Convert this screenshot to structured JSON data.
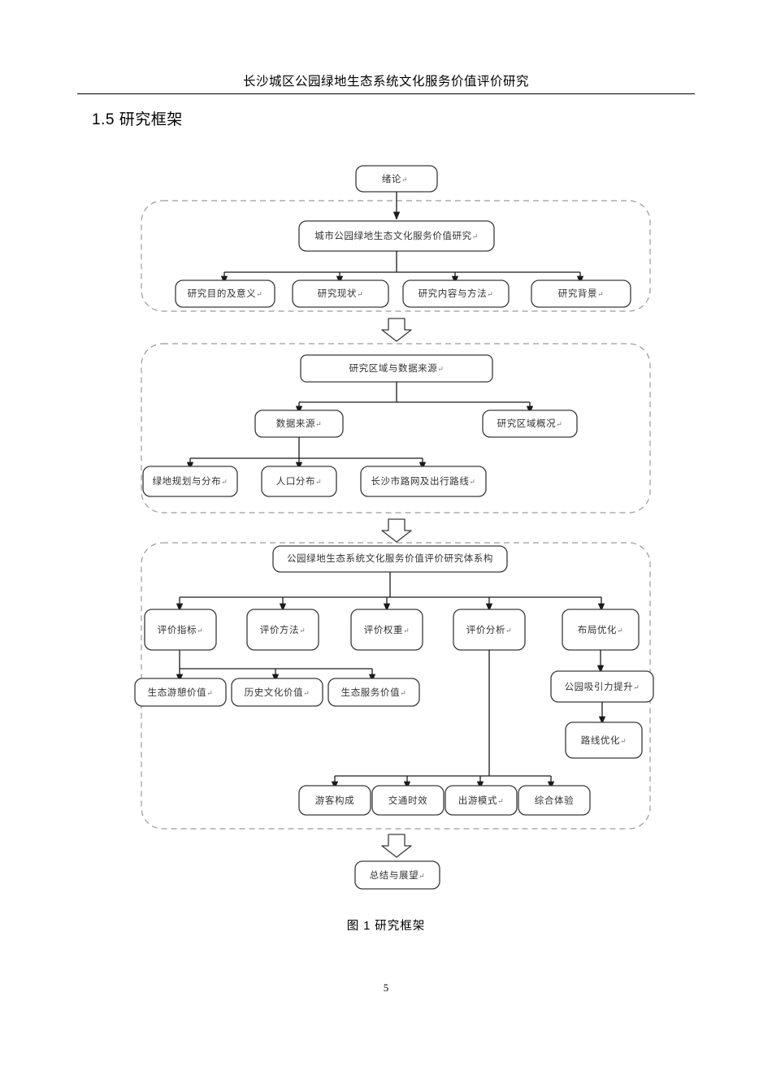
{
  "document": {
    "running_head": "长沙城区公园绿地生态系统文化服务价值评价研究",
    "section_heading": "1.5 研究框架",
    "figure_caption": "图 1  研究框架",
    "page_number": "5"
  },
  "colors": {
    "node_stroke": "#3a3a3a",
    "node_fill": "#ffffff",
    "connector": "#1a1a1a",
    "group_dashed": "#9a9a9a",
    "text": "#333333",
    "page_background": "#ffffff"
  },
  "figure": {
    "entry_node": {
      "label": "绪论",
      "mark": "↵"
    },
    "groups": [
      {
        "name": "introduction-group",
        "root": {
          "label": "城市公园绿地生态文化服务价值研究",
          "mark": "↵"
        },
        "children": [
          {
            "label": "研究目的及意义",
            "mark": "↵"
          },
          {
            "label": "研究现状",
            "mark": "↵"
          },
          {
            "label": "研究内容与方法",
            "mark": "↵"
          },
          {
            "label": "研究背景",
            "mark": "↵"
          }
        ]
      },
      {
        "name": "study-area-data-group",
        "root": {
          "label": "研究区域与数据来源",
          "mark": "↵"
        },
        "children": [
          {
            "label": "数据来源",
            "mark": "↵"
          },
          {
            "label": "研究区域概况",
            "mark": "↵"
          }
        ],
        "grandchildren": [
          {
            "label": "绿地规划与分布",
            "mark": "↵"
          },
          {
            "label": "人口分布",
            "mark": "↵"
          },
          {
            "label": "长沙市路网及出行路线",
            "mark": "↵"
          }
        ]
      },
      {
        "name": "evaluation-system-group",
        "root": {
          "label": "公园绿地生态系统文化服务价值评价研究体系构",
          "mark": ""
        },
        "children": [
          {
            "label": "评价指标",
            "mark": "↵"
          },
          {
            "label": "评价方法",
            "mark": "↵"
          },
          {
            "label": "评价权重",
            "mark": "↵"
          },
          {
            "label": "评价分析",
            "mark": "↵"
          },
          {
            "label": "布局优化",
            "mark": "↵"
          }
        ],
        "indicator_children": [
          {
            "label": "生态游憩价值",
            "mark": "↵"
          },
          {
            "label": "历史文化价值",
            "mark": "↵"
          },
          {
            "label": "生态服务价值",
            "mark": "↵"
          }
        ],
        "optimization_chain": [
          {
            "label": "公园吸引力提升",
            "mark": "↵"
          },
          {
            "label": "路线优化",
            "mark": "↵"
          }
        ],
        "analysis_children": [
          {
            "label": "游客构成",
            "mark": ""
          },
          {
            "label": "交通时效",
            "mark": ""
          },
          {
            "label": "出游模式",
            "mark": "↵"
          },
          {
            "label": "综合体验",
            "mark": ""
          }
        ]
      }
    ],
    "exit_node": {
      "label": "总结与展望",
      "mark": "↵"
    },
    "flow_arrows": 3
  }
}
